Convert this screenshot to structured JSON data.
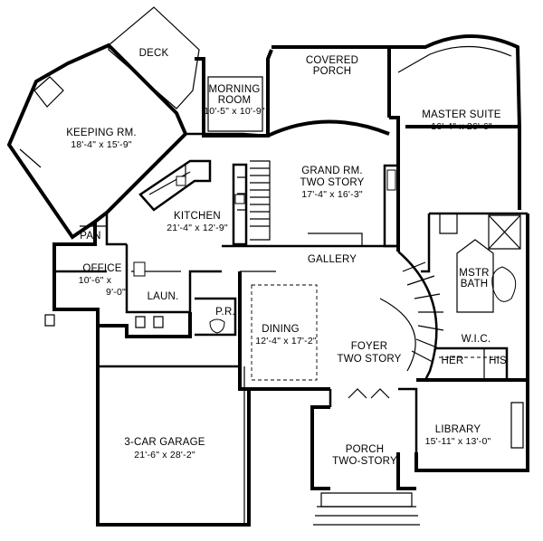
{
  "rooms": {
    "deck": {
      "name": "DECK"
    },
    "morning": {
      "name": "MORNING",
      "name2": "ROOM",
      "dim": "10'-5\" x 10'-9\""
    },
    "covered_porch": {
      "name": "COVERED",
      "name2": "PORCH"
    },
    "master_suite": {
      "name": "MASTER SUITE",
      "dim": "16'-4\" x 26'-6\""
    },
    "keeping": {
      "name": "KEEPING RM.",
      "dim": "18'-4\" x 15'-9\""
    },
    "grand": {
      "name": "GRAND RM.",
      "name2": "TWO STORY",
      "dim": "17'-4\" x 16'-3\""
    },
    "kitchen": {
      "name": "KITCHEN",
      "dim": "21'-4\" x 12'-9\""
    },
    "pan": {
      "name": "PAN"
    },
    "gallery": {
      "name": "GALLERY"
    },
    "office": {
      "name": "OFFICE",
      "dim1": "10'-6\" x",
      "dim2": "9'-0\""
    },
    "laun": {
      "name": "LAUN."
    },
    "pr": {
      "name": "P.R."
    },
    "mstr_bath": {
      "name": "MSTR",
      "name2": "BATH"
    },
    "dining": {
      "name": "DINING",
      "dim": "12'-4\" x 17'-2\""
    },
    "foyer": {
      "name": "FOYER",
      "name2": "TWO STORY"
    },
    "wic": {
      "name": "W.I.C."
    },
    "her": {
      "name": "HER"
    },
    "his": {
      "name": "HIS"
    },
    "garage": {
      "name": "3-CAR GARAGE",
      "dim": "21'-6\" x 28'-2\""
    },
    "library": {
      "name": "LIBRARY",
      "dim": "15'-11\" x 13'-0\""
    },
    "porch": {
      "name": "PORCH",
      "name2": "TWO-STORY"
    }
  }
}
